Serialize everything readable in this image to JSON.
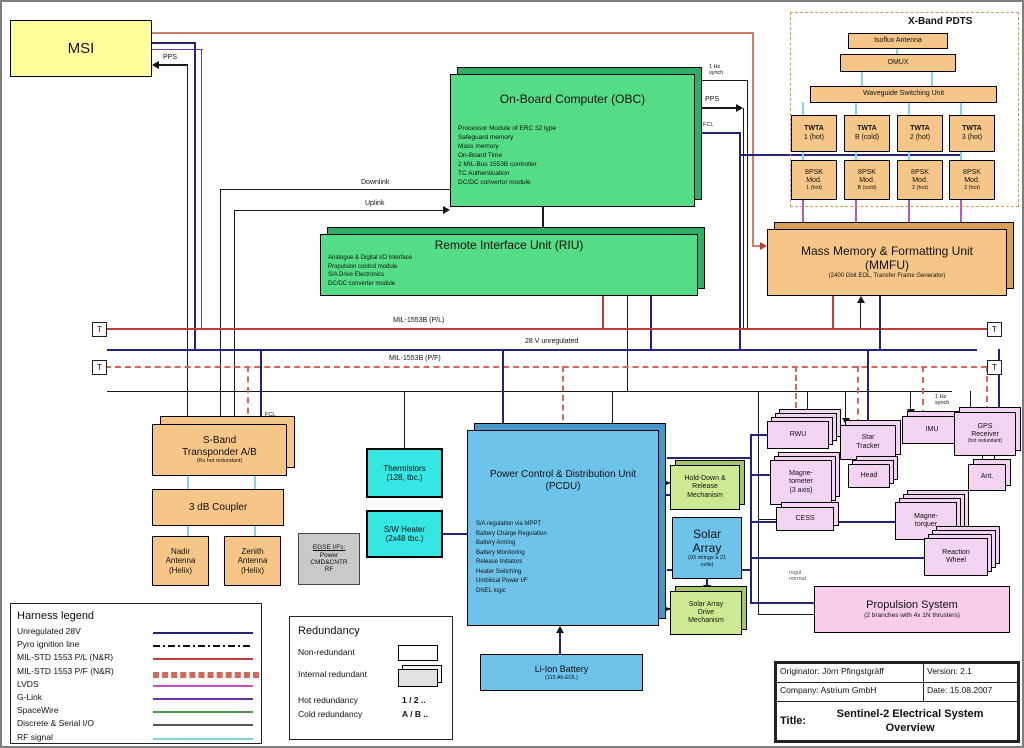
{
  "units": {
    "msi": "MSI",
    "obc": {
      "title": "On-Board Computer (OBC)",
      "features": [
        "Processor Module of ERC 32 type",
        "Safeguard memory",
        "Mass memory",
        "On-Board Time",
        "2 MIL-Bus 1553B controller",
        "TC Authentication",
        "DC/DC convertor module"
      ]
    },
    "riu": {
      "title": "Remote Interface Unit (RIU)",
      "features": [
        "Analogue & Digital I/O Interface",
        "Propulsion control module",
        "S/A Drive Electronics",
        "DC/DC converter module"
      ]
    },
    "xband": {
      "title": "X-Band PDTS",
      "isoflux": "Isoflux Antenna",
      "omux": "OMUX",
      "wsu": "Waveguide Switching Unit",
      "twta": [
        {
          "l1": "TWTA",
          "l2": "1 (hot)"
        },
        {
          "l1": "TWTA",
          "l2": "B (cold)"
        },
        {
          "l1": "TWTA",
          "l2": "2 (hot)"
        },
        {
          "l1": "TWTA",
          "l2": "3 (hot)"
        }
      ],
      "mod": [
        {
          "l1": "8PSK",
          "l2": "Mod.",
          "l3": "1 (hot)"
        },
        {
          "l1": "8PSK",
          "l2": "Mod.",
          "l3": "B (cold)"
        },
        {
          "l1": "8PSK",
          "l2": "Mod.",
          "l3": "2 (hot)"
        },
        {
          "l1": "8PSK",
          "l2": "Mod.",
          "l3": "3 (hot)"
        }
      ]
    },
    "mmfu": {
      "l1": "Mass Memory & Formatting Unit",
      "l2": "(MMFU)",
      "sub": "(2400 Gbit EOL, Transfer Frame Generator)"
    },
    "sband": {
      "l1": "S-Band",
      "l2": "Transponder A/B",
      "sub": "(Rx hot redundant)"
    },
    "coupler": "3 dB Coupler",
    "nadir": {
      "l1": "Nadir",
      "l2": "Antenna",
      "l3": "(Helix)"
    },
    "zenith": {
      "l1": "Zenith",
      "l2": "Antenna",
      "l3": "(Helix)"
    },
    "egse": {
      "l1": "EGSE I/Fs:",
      "l2": "Power",
      "l3": "CMD&CNTR",
      "l4": "RF"
    },
    "thermistors": {
      "l1": "Thermistors",
      "l2": "(128, tbc.)"
    },
    "sw_heater": {
      "l1": "S/W Heater",
      "l2": "(2x48 tbc.)"
    },
    "pcdu": {
      "l1": "Power Control & Distribution Unit",
      "l2": "(PCDU)",
      "features": [
        "S/A regulation via MPPT",
        "Battery Charge Regulation",
        "Battery Arming",
        "Battery Monitoring",
        "Release Initiators",
        "Heater Switching",
        "Umbilical Power I/F",
        "DNEL logic"
      ]
    },
    "hdrm": {
      "l1": "Hold-Down &",
      "l2": "Release",
      "l3": "Mechanism"
    },
    "solar_array": {
      "l1": "Solar",
      "l2": "Array",
      "sub1": "(93 strings à 21",
      "sub2": "cells)"
    },
    "sadm": {
      "l1": "Solar Array",
      "l2": "Drive",
      "l3": "Mechanism"
    },
    "battery": {
      "l1": "Li-Ion Battery",
      "l2": "(115 Ah EOL)"
    },
    "rwu": "RWU",
    "star_tracker": {
      "l1": "Star",
      "l2": "Tracker"
    },
    "head": "Head",
    "imu": "IMU",
    "gps": {
      "l1": "GPS",
      "l2": "Receiver",
      "l3": "(hot redundant)"
    },
    "ant": "Ant.",
    "magnetometer": {
      "l1": "Magne-",
      "l2": "tometer",
      "l3": "(3 axis)"
    },
    "cess": "CESS",
    "torquer": {
      "l1": "Magne-",
      "l2": "torquer"
    },
    "reaction_wheel": {
      "l1": "Reaction",
      "l2": "Wheel"
    },
    "propulsion": {
      "l1": "Propulsion System",
      "l2": "(2 branches with 4x 1N thrusters)"
    }
  },
  "wire_labels": {
    "pl_bus": "MIL-1553B (P/L)",
    "pf_bus": "MIL-1553B (P/F)",
    "v28": "28 V unregulated",
    "downlink": "Downlink",
    "uplink": "Uplink",
    "pps": "PPS",
    "hz1": "1 Hz",
    "hz2": "synch",
    "fcl": "FCL",
    "t": "T",
    "regul1": "regul.",
    "regul2": "normal"
  },
  "harness_legend": {
    "title": "Harness legend",
    "items": [
      {
        "label": "Unregulated 28V",
        "color": "#23237d",
        "style": "solid"
      },
      {
        "label": "Pyro ignition line",
        "color": "#111111",
        "style": "dashdot"
      },
      {
        "label": "MIL-STD 1553 P/L (N&R)",
        "color": "#c23b3b",
        "style": "solid"
      },
      {
        "label": "MIL-STD 1553 P/F (N&R)",
        "color": "#d2685a",
        "style": "dashed"
      },
      {
        "label": "LVDS",
        "color": "#c050c0",
        "style": "solid"
      },
      {
        "label": "G-Link",
        "color": "#6633aa",
        "style": "solid"
      },
      {
        "label": "SpaceWire",
        "color": "#4a9a4a",
        "style": "solid"
      },
      {
        "label": "Discrete & Serial I/O",
        "color": "#555555",
        "style": "solid"
      },
      {
        "label": "RF signal",
        "color": "#7fd4d4",
        "style": "solid"
      }
    ]
  },
  "redundancy_legend": {
    "title": "Redundancy",
    "non_redundant": "Non-redundant",
    "internal_redundant": "Internal redundant",
    "hot": "Hot redundancy",
    "hot_code": "1 / 2 ..",
    "cold": "Cold redundancy",
    "cold_code": "A / B .."
  },
  "title_block": {
    "originator_label": "Originator:",
    "originator": "Jörn Pfingstgräff",
    "version_label": "Version:",
    "version": "2.1",
    "company_label": "Company:",
    "company": "Astrium GmbH",
    "date_label": "Date:",
    "date": "15.08.2007",
    "title_label": "Title:",
    "title": "Sentinel-2 Electrical System Overview"
  },
  "colors": {
    "instrument_yellow": "#ffff9e",
    "avionics_green": "#55dc87",
    "comms_orange": "#f5c687",
    "power_blue": "#6ec3eb",
    "thermal_cyan": "#35e6e2",
    "mechanism_yellowgreen": "#cfe992",
    "aocs_pink": "#f2d3f2",
    "propulsion_pink": "#f8cdeb",
    "egse_gray": "#c9c9c9",
    "bus_pl_red": "#c23b3b",
    "bus_pf_salmon": "#d2685a",
    "bus_28v_navy": "#23237d"
  }
}
